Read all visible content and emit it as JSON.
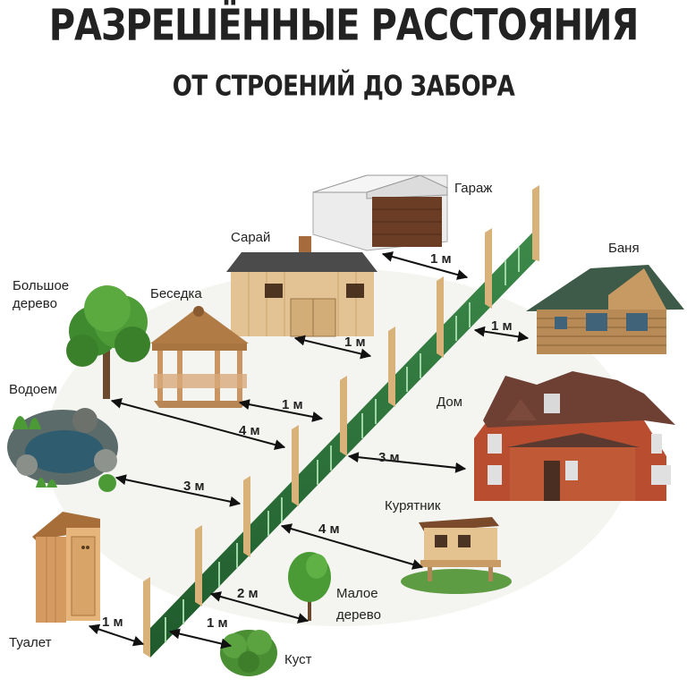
{
  "title": "РАЗРЕШЁННЫЕ РАССТОЯНИЯ",
  "subtitle": "ОТ СТРОЕНИЙ ДО ЗАБОРА",
  "labels": {
    "garage": "Гараж",
    "barn": "Сарай",
    "bath": "Баня",
    "big_tree_1": "Большое",
    "big_tree_2": "дерево",
    "gazebo": "Беседка",
    "pond": "Водоем",
    "house": "Дом",
    "coop": "Курятник",
    "toilet": "Туалет",
    "small_tree_1": "Малое",
    "small_tree_2": "дерево",
    "bush": "Куст"
  },
  "distances": {
    "garage": "1 м",
    "bath": "1 м",
    "barn": "1 м",
    "gazebo": "1 м",
    "big_tree": "4 м",
    "house": "3 м",
    "pond": "3 м",
    "coop": "4 м",
    "small_tree": "2 м",
    "toilet": "1 м",
    "bush": "1 м"
  }
}
